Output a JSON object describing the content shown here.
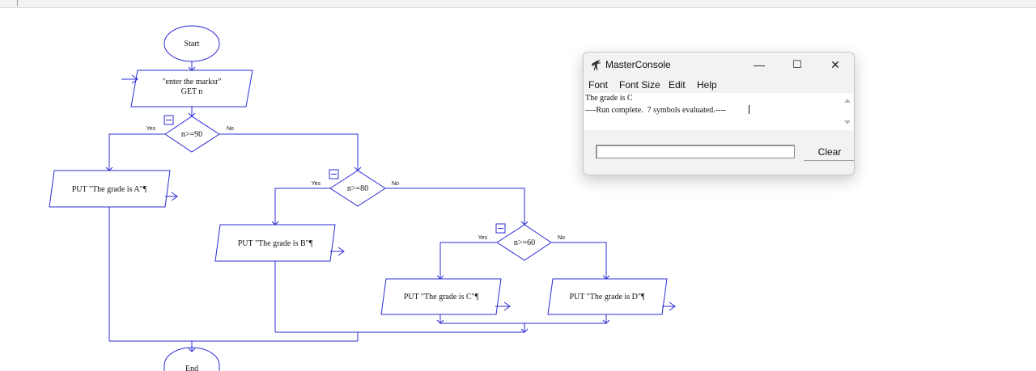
{
  "flowchart": {
    "start_label": "Start",
    "end_label": "End",
    "input_line1": "\"enter the marksr\"",
    "input_line2": "GET n",
    "decision1": "n>=90",
    "decision2": "n>=80",
    "decision3": "n>=60",
    "yes_label": "Yes",
    "no_label": "No",
    "output_a": "PUT \"The grade is A\"¶",
    "output_b": "PUT \"The grade is B\"¶",
    "output_c": "PUT \"The grade is C\"¶",
    "output_d": "PUT \"The grade is D\"¶",
    "line_color": "#2b2bd6"
  },
  "console": {
    "title": "MasterConsole",
    "logo_icon": "bird-icon",
    "controls": {
      "minimize": "—",
      "maximize": "☐",
      "close": "✕"
    },
    "menu": [
      "Font",
      "Font Size",
      "Edit",
      "Help"
    ],
    "output_lines": [
      "The grade is C",
      "----Run complete.  7 symbols evaluated.----"
    ],
    "input_value": "",
    "clear_label": "Clear"
  }
}
